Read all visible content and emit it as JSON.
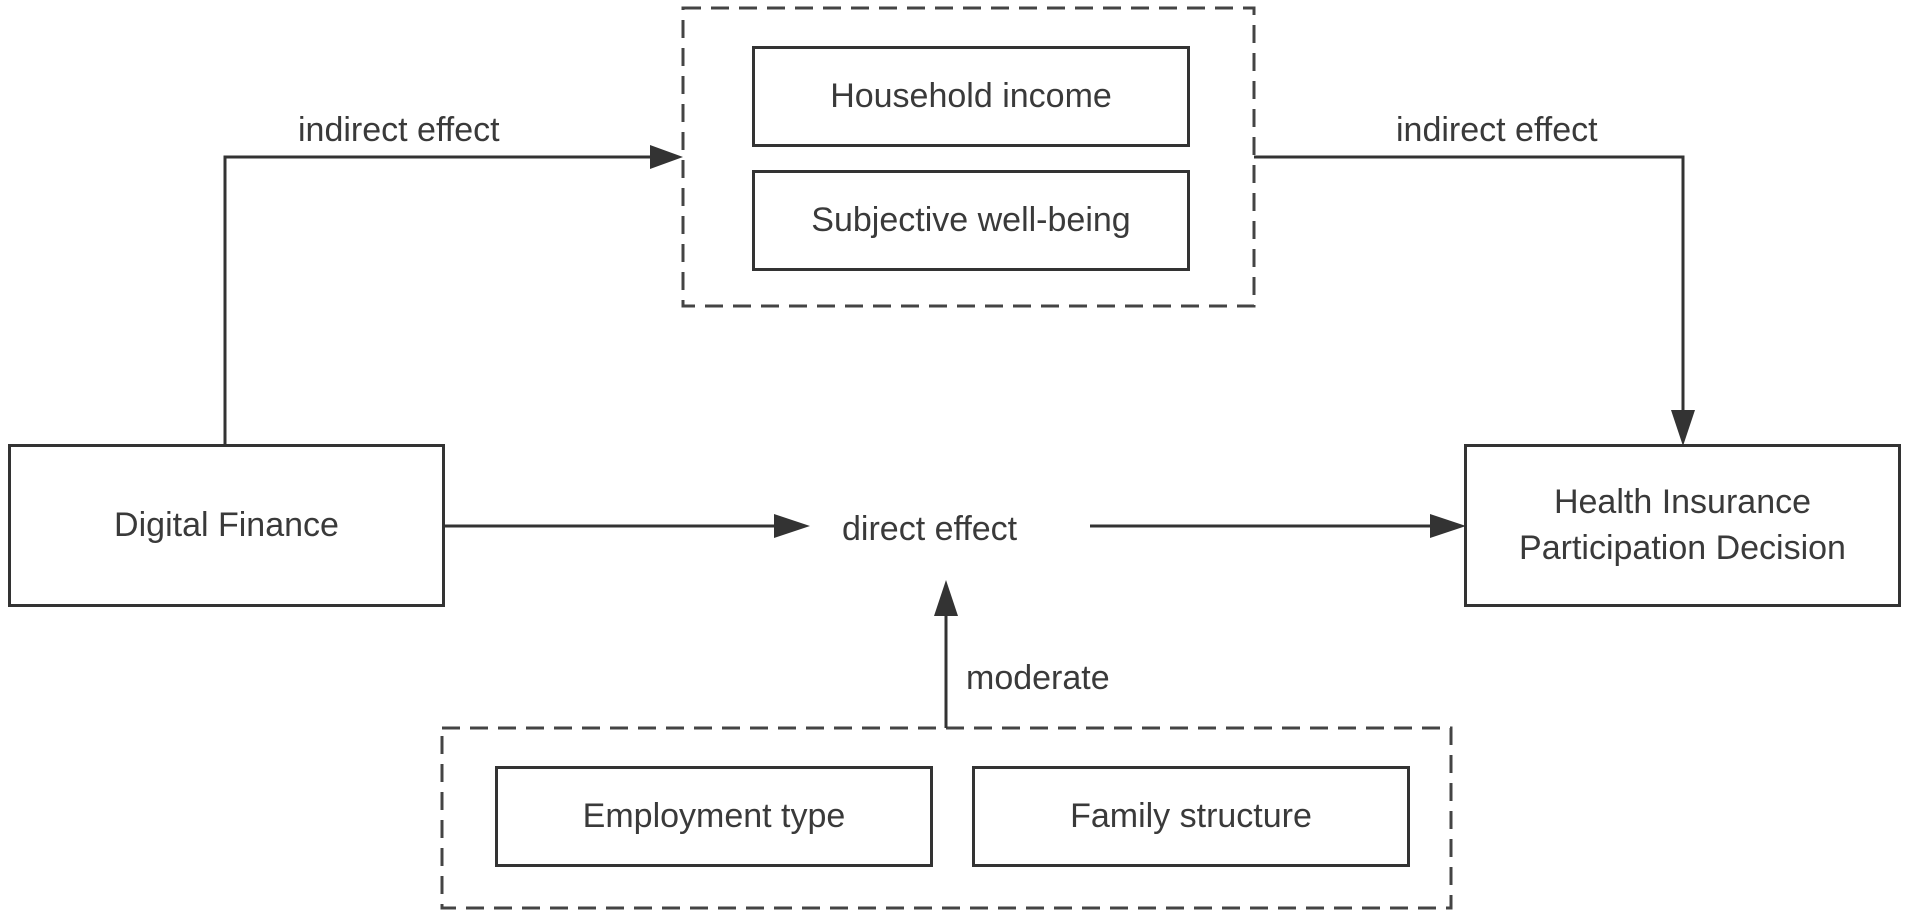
{
  "nodes": {
    "digital_finance": "Digital Finance",
    "household_income": "Household income",
    "subjective_well_being": "Subjective well-being",
    "health_insurance_line1": "Health Insurance",
    "health_insurance_line2": "Participation Decision",
    "employment_type": "Employment type",
    "family_structure": "Family structure"
  },
  "edges": {
    "indirect_effect_left": "indirect effect",
    "indirect_effect_right": "indirect effect",
    "direct_effect": "direct effect",
    "moderate": "moderate"
  },
  "colors": {
    "stroke": "#333333",
    "text": "#3a3a3a",
    "background": "#ffffff"
  }
}
